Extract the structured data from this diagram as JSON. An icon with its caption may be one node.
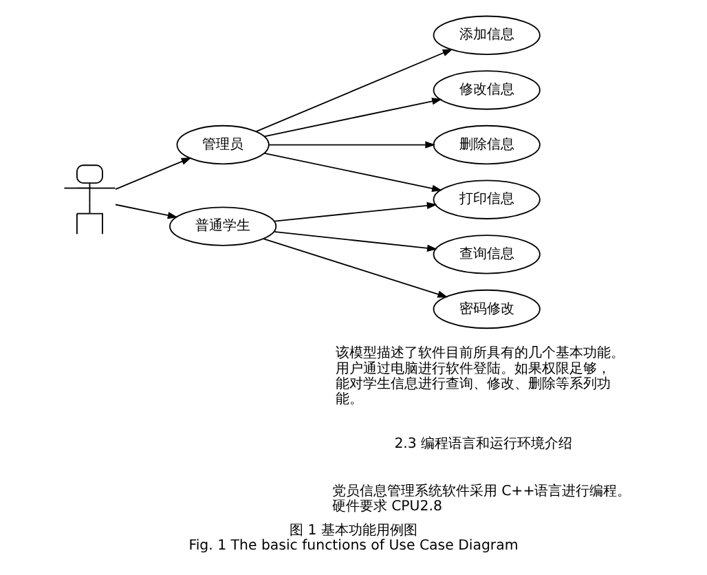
{
  "diagram": {
    "caption": "图 1 基本功能用例图 Fig. 1 The basic functions of Use Case Diagram",
    "nodes": [
      {
        "text": [],
        "shape": "person"
      },
      {
        "text": [
          "管理员"
        ]
      },
      {
        "text": [
          "普通学生"
        ]
      },
      {
        "text": [
          "添加信息"
        ]
      },
      {
        "text": [
          "修改信息"
        ]
      },
      {
        "text": [
          "删除信息"
        ]
      },
      {
        "text": [
          "打印信息"
        ]
      },
      {
        "text": [
          "查询信息"
        ]
      },
      {
        "text": [
          "密码修改"
        ]
      }
    ],
    "edges": [
      {
        "from": 0,
        "to": 1,
        "arrow": "to"
      },
      {
        "from": 0,
        "to": 2,
        "arrow": "to"
      },
      {
        "from": 1,
        "to": 3,
        "arrow": "to"
      },
      {
        "from": 1,
        "to": 4,
        "arrow": "to"
      },
      {
        "from": 1,
        "to": 5,
        "arrow": "to"
      },
      {
        "from": 1,
        "to": 6,
        "arrow": "to"
      },
      {
        "from": 2,
        "to": 6,
        "arrow": "to"
      },
      {
        "from": 2,
        "to": 7,
        "arrow": "to"
      },
      {
        "from": 2,
        "to": 8,
        "arrow": "to"
      }
    ],
    "labels": [
      "该模型描述了软件目前所具有的几个基本功能。用户通过电脑进行软件登陆。如果权限足够，能对学生信息进行查询、修改、删除等系列功能。",
      "2.3 编程语言和运行环境介绍",
      "党员信息管理系统软件采用 C++语言进行编程。硬件要求 CPU2.8"
    ]
  }
}
